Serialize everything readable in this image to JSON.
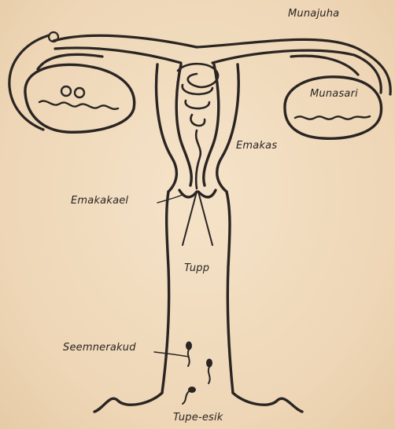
{
  "diagram": {
    "labels": {
      "fallopian_tube": "Munajuha",
      "ovary": "Munasari",
      "uterus": "Emakas",
      "cervix": "Emakakael",
      "vagina": "Tupp",
      "sperm": "Seemnerakud",
      "vestibule": "Tupe-esik"
    }
  },
  "colors": {
    "paper": "#f1dcbf",
    "ink": "#2a2522"
  }
}
